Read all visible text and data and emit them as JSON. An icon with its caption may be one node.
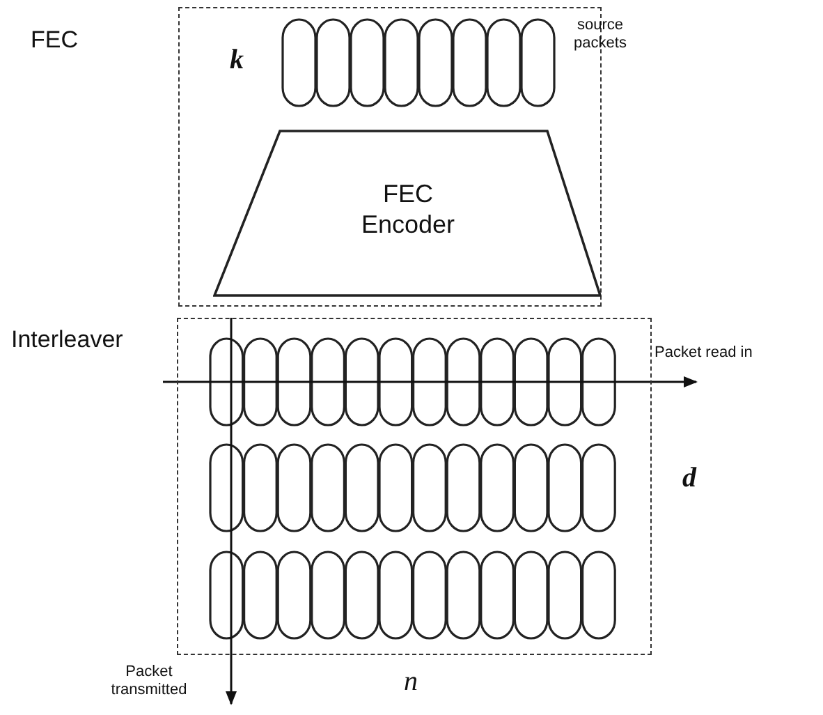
{
  "diagram": {
    "nodes": [
      {
        "text": [
          "FEC"
        ]
      },
      {
        "text": [
          "FEC Encoder"
        ],
        "in": 0
      },
      {
        "text": [
          "Interleaver"
        ]
      }
    ],
    "labels": [
      "k",
      "source packets",
      "Packet read in",
      "d",
      "Packet transmitted",
      "n"
    ]
  }
}
